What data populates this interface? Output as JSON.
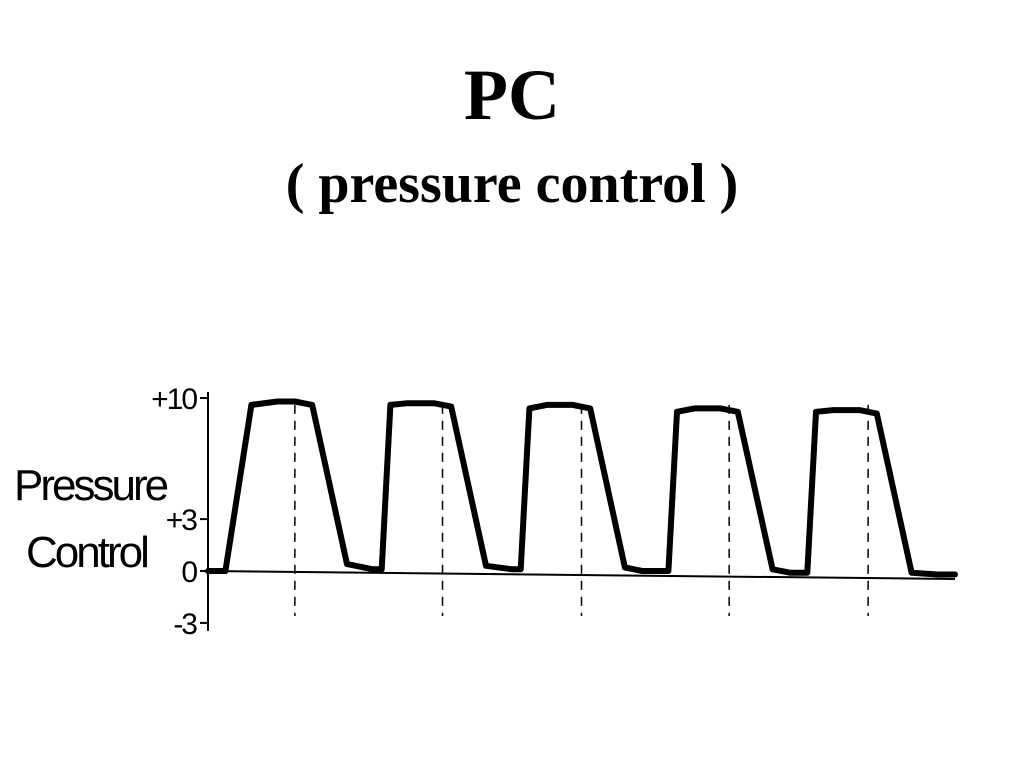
{
  "slide": {
    "title": "PC",
    "subtitle": "( pressure control )"
  },
  "chart_data": {
    "type": "line",
    "title": "",
    "xlabel": "",
    "ylabel_lines": [
      "Pressure",
      "Control"
    ],
    "ylim": [
      -3,
      10
    ],
    "yticks": [
      {
        "value": 10,
        "label": "+10"
      },
      {
        "value": 3,
        "label": "+3"
      },
      {
        "value": 0,
        "label": "0"
      },
      {
        "value": -3,
        "label": "-3"
      }
    ],
    "grid": false,
    "legend": "none",
    "series": [
      {
        "values": [
          [
            0,
            0
          ],
          [
            0.2,
            0
          ],
          [
            0.5,
            9.6
          ],
          [
            0.8,
            9.8
          ],
          [
            1.0,
            9.8
          ],
          [
            1.2,
            9.6
          ],
          [
            1.6,
            0.4
          ],
          [
            1.9,
            0.1
          ],
          [
            2.0,
            0.1
          ],
          [
            2.1,
            9.6
          ],
          [
            2.3,
            9.7
          ],
          [
            2.6,
            9.7
          ],
          [
            2.8,
            9.5
          ],
          [
            3.2,
            0.3
          ],
          [
            3.5,
            0.1
          ],
          [
            3.6,
            0.1
          ],
          [
            3.7,
            9.4
          ],
          [
            3.9,
            9.6
          ],
          [
            4.2,
            9.6
          ],
          [
            4.4,
            9.4
          ],
          [
            4.8,
            0.2
          ],
          [
            5.0,
            0
          ],
          [
            5.3,
            0
          ],
          [
            5.4,
            9.2
          ],
          [
            5.6,
            9.4
          ],
          [
            5.9,
            9.4
          ],
          [
            6.1,
            9.2
          ],
          [
            6.5,
            0.1
          ],
          [
            6.7,
            -0.1
          ],
          [
            6.9,
            -0.1
          ],
          [
            7.0,
            9.2
          ],
          [
            7.2,
            9.3
          ],
          [
            7.5,
            9.3
          ],
          [
            7.7,
            9.1
          ],
          [
            8.1,
            -0.1
          ],
          [
            8.4,
            -0.2
          ],
          [
            8.6,
            -0.2
          ]
        ]
      }
    ],
    "cycle_markers_x": [
      1.0,
      2.7,
      4.3,
      6.0,
      7.6
    ]
  }
}
